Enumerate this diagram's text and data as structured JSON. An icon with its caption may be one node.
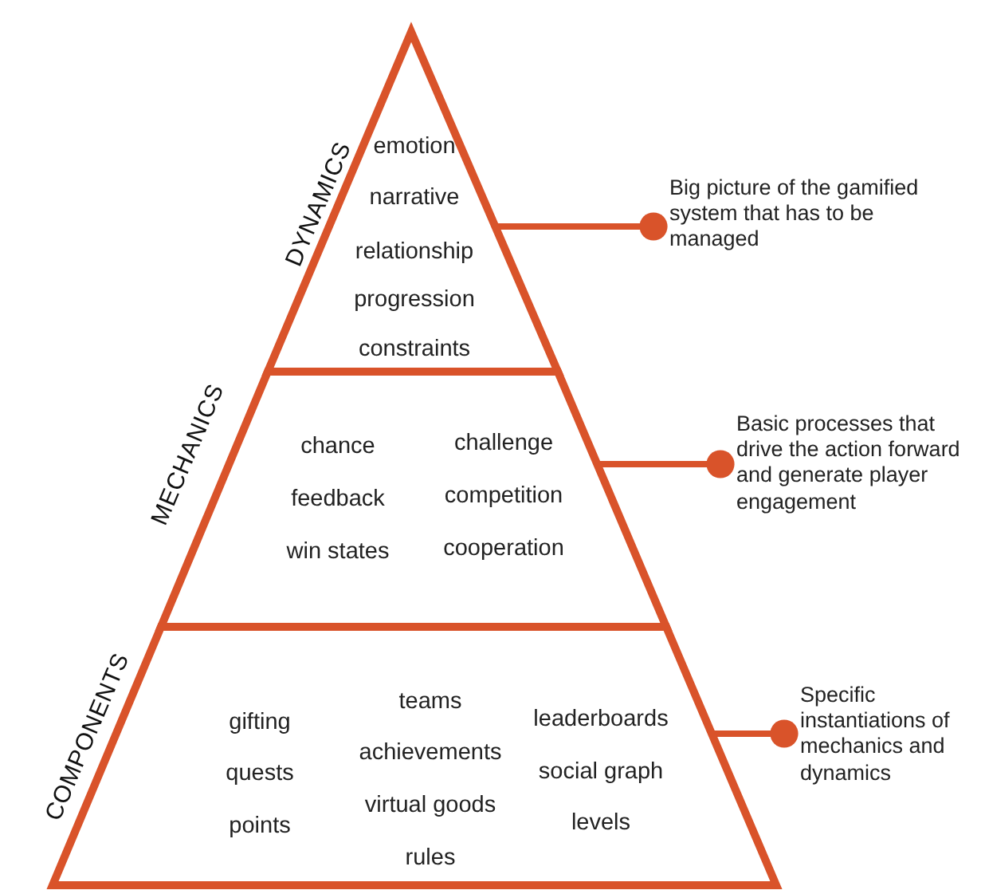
{
  "diagram": {
    "nodes": [
      {
        "text": [
          "DYNAMICS",
          "emotion",
          "narrative",
          "relationship",
          "progression",
          "constraints"
        ]
      },
      {
        "text": [
          "MECHANICS",
          "chance",
          "feedback",
          "win states",
          "challenge",
          "competition",
          "cooperation"
        ]
      },
      {
        "text": [
          "COMPONENTS",
          "gifting",
          "quests",
          "points",
          "teams",
          "achievements",
          "virtual goods",
          "rules",
          "leaderboards",
          "social graph",
          "levels"
        ]
      },
      {
        "text": [
          "Big picture of the gamified system that has to be managed"
        ]
      },
      {
        "text": [
          "Basic processes that drive the action forward and generate player engagement"
        ]
      },
      {
        "text": [
          "Specific instantiations of mechanics and dynamics"
        ]
      }
    ],
    "edges": [
      {
        "from": 0,
        "to": 3,
        "arrow": "other"
      },
      {
        "from": 1,
        "to": 4,
        "arrow": "other"
      },
      {
        "from": 2,
        "to": 5,
        "arrow": "other"
      }
    ]
  }
}
